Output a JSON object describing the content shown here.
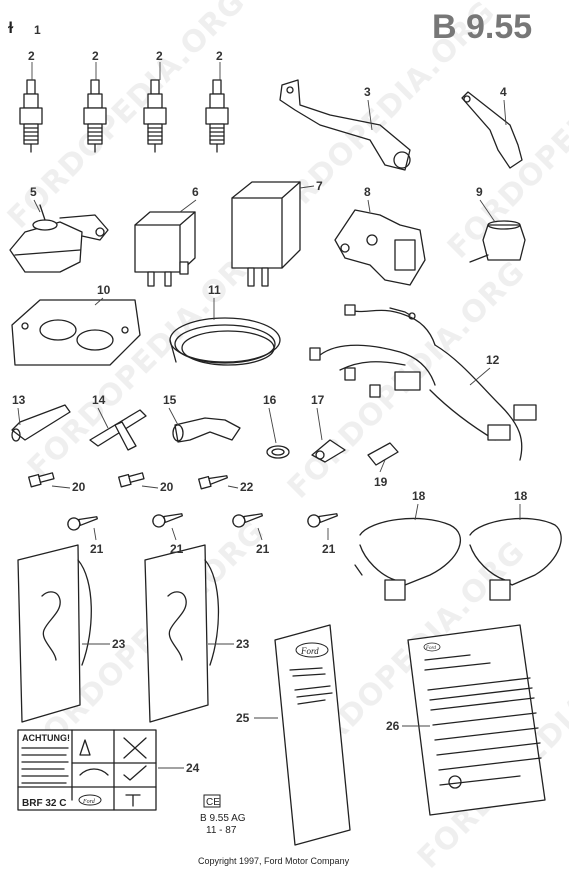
{
  "page_code": "B 9.55",
  "mark_symbol": "ɫ",
  "callouts": [
    "1",
    "2",
    "2",
    "2",
    "2",
    "3",
    "4",
    "5",
    "6",
    "7",
    "8",
    "9",
    "10",
    "11",
    "12",
    "13",
    "14",
    "15",
    "16",
    "17",
    "18",
    "18",
    "19",
    "20",
    "20",
    "21",
    "21",
    "21",
    "21",
    "22",
    "23",
    "23",
    "24",
    "25",
    "26"
  ],
  "label": {
    "warning_title": "ACHTUNG!",
    "code": "BRF 32 C",
    "logo": "Ford"
  },
  "booklet_logo": "Ford",
  "letter_logo": "Ford",
  "stamp": {
    "box": "CE",
    "code": "B 9.55 AG",
    "date": "11 - 87"
  },
  "watermark": "FORDOPEDIA.ORG",
  "copyright": "Copyright 1997, Ford Motor Company"
}
